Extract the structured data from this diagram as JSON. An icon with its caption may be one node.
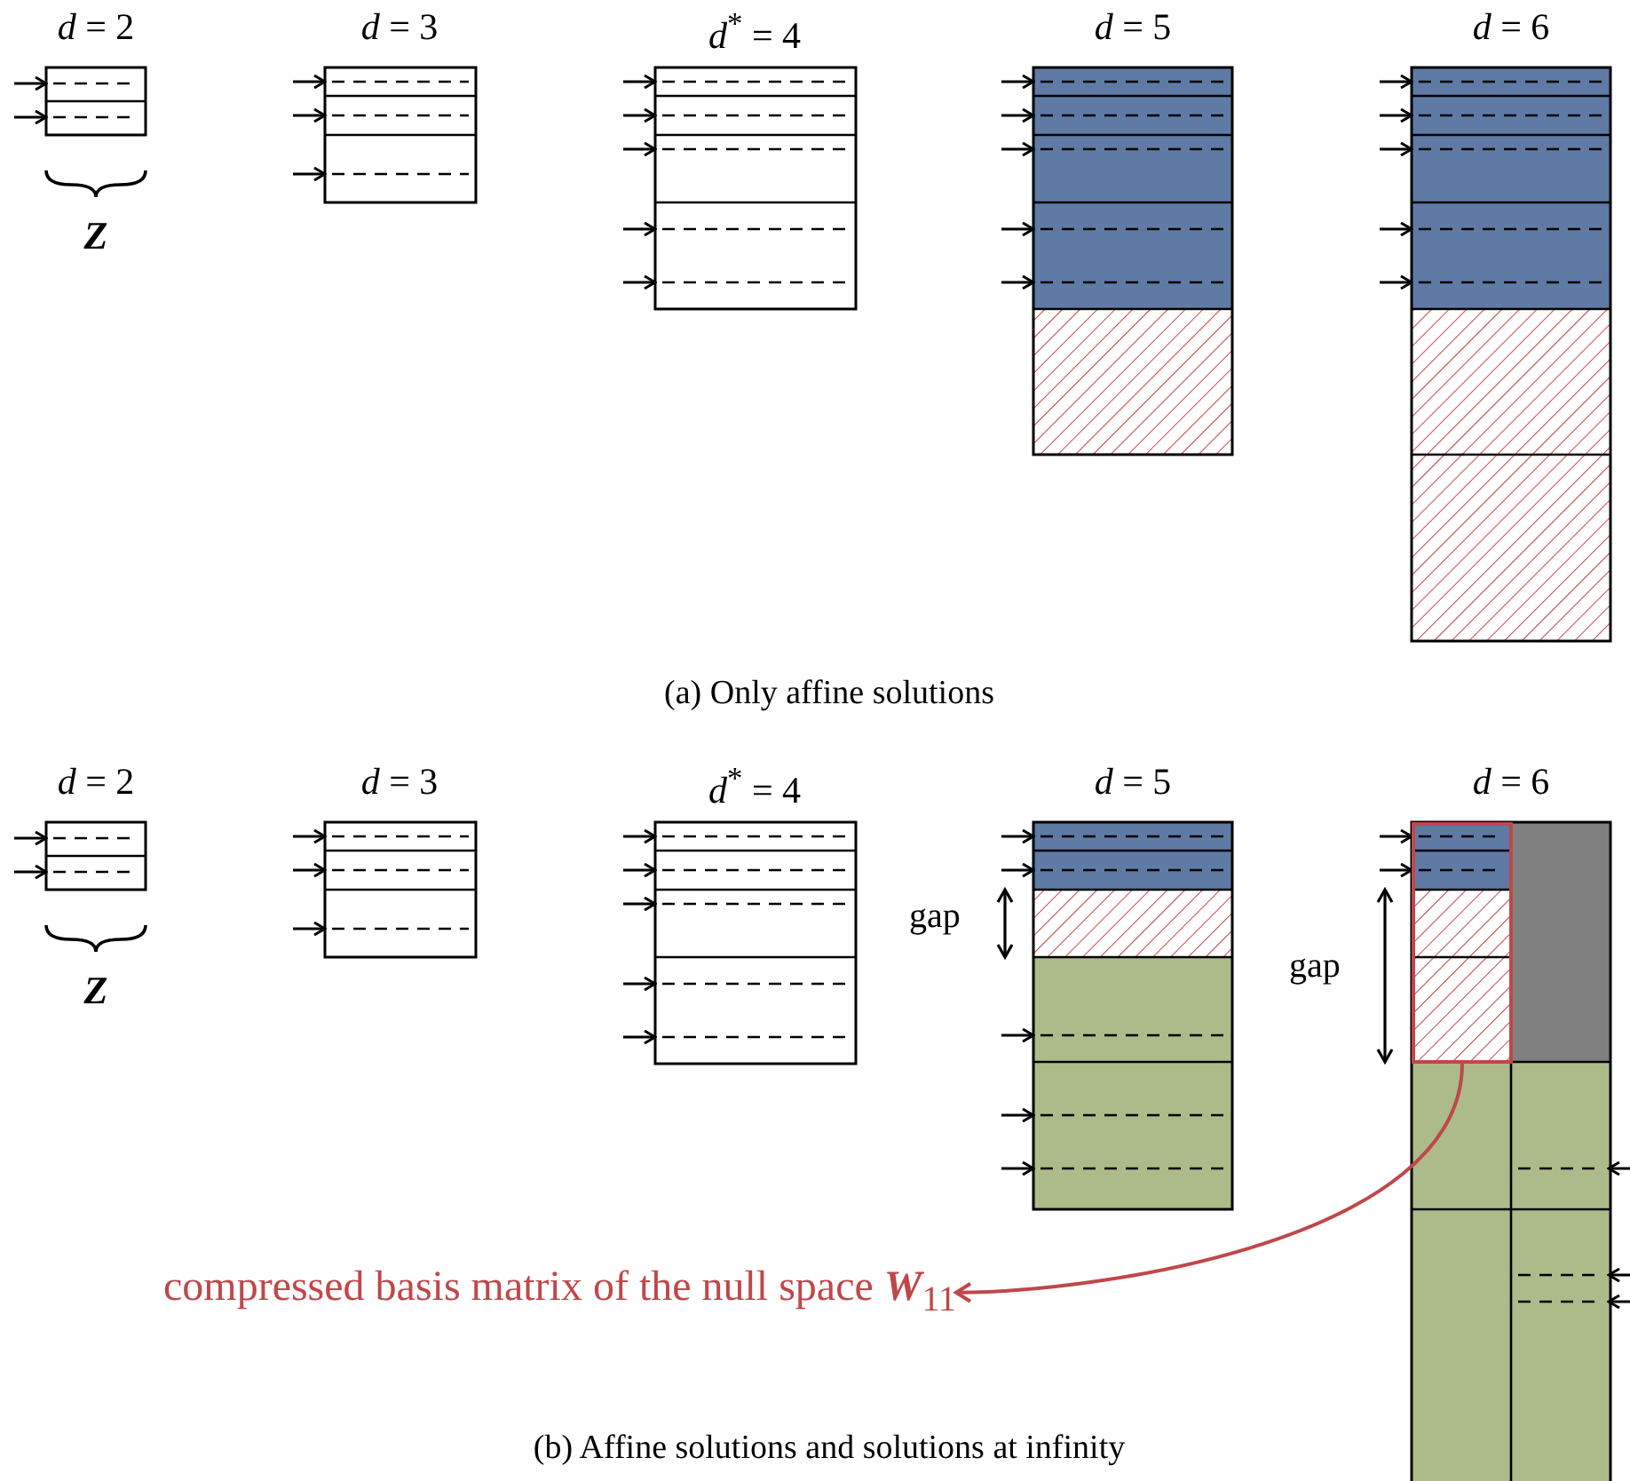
{
  "diagram": {
    "nodes": [
      {
        "text": [],
        "shape": "box"
      },
      {
        "text": [
          "compressed basis matrix of the null space **W**$_{11}$"
        ]
      }
    ],
    "edges": [
      {
        "from": 0,
        "to": 1,
        "arrow": "to"
      }
    ],
    "labels": [
      "*d* = 2",
      "*d* = 3",
      "*d*$^{*}$ = 4",
      "*d* = 5",
      "*d* = 6",
      "Z",
      "(a) Only affine solutions",
      "*d* = 2",
      "*d* = 3",
      "*d*$^{*}$ = 4",
      "*d* = 5",
      "*d* = 6",
      "gap",
      "gap",
      "Z",
      "(b) Affine solutions and solutions at infinity"
    ]
  }
}
